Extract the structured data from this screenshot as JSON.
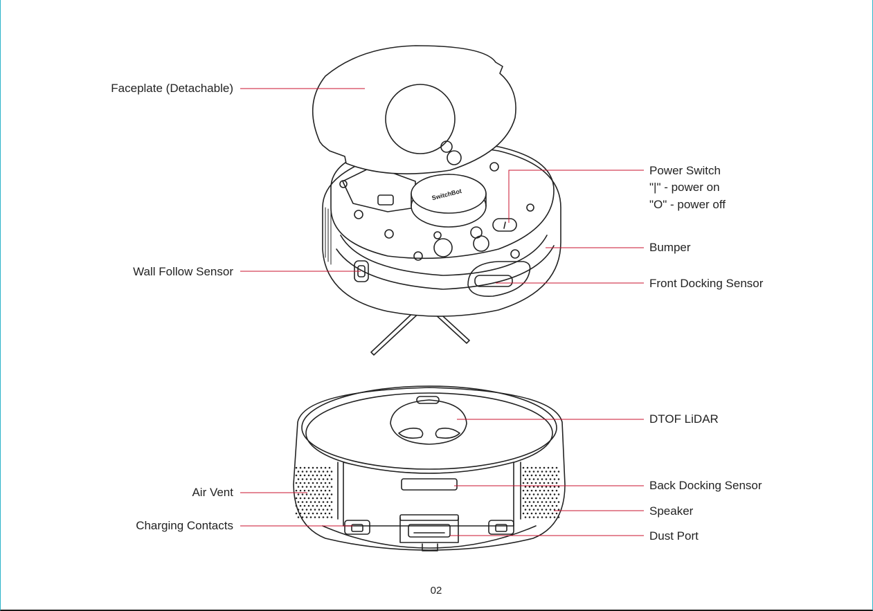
{
  "labels": {
    "faceplate": "Faceplate (Detachable)",
    "power_switch_1": "Power Switch",
    "power_switch_2": "\"|\" - power on",
    "power_switch_3": "\"O\" - power off",
    "bumper": "Bumper",
    "wall_follow": "Wall Follow Sensor",
    "front_docking": "Front Docking Sensor",
    "dtof_lidar": "DTOF LiDAR",
    "back_docking": "Back Docking Sensor",
    "air_vent": "Air Vent",
    "speaker": "Speaker",
    "charging_contacts": "Charging Contacts",
    "dust_port": "Dust Port",
    "lidar_brand": "SwitchBot"
  },
  "page_number": "02",
  "colors": {
    "leader_line": "#c8102e",
    "outline": "#222222",
    "frame": "#2bb3c9"
  }
}
